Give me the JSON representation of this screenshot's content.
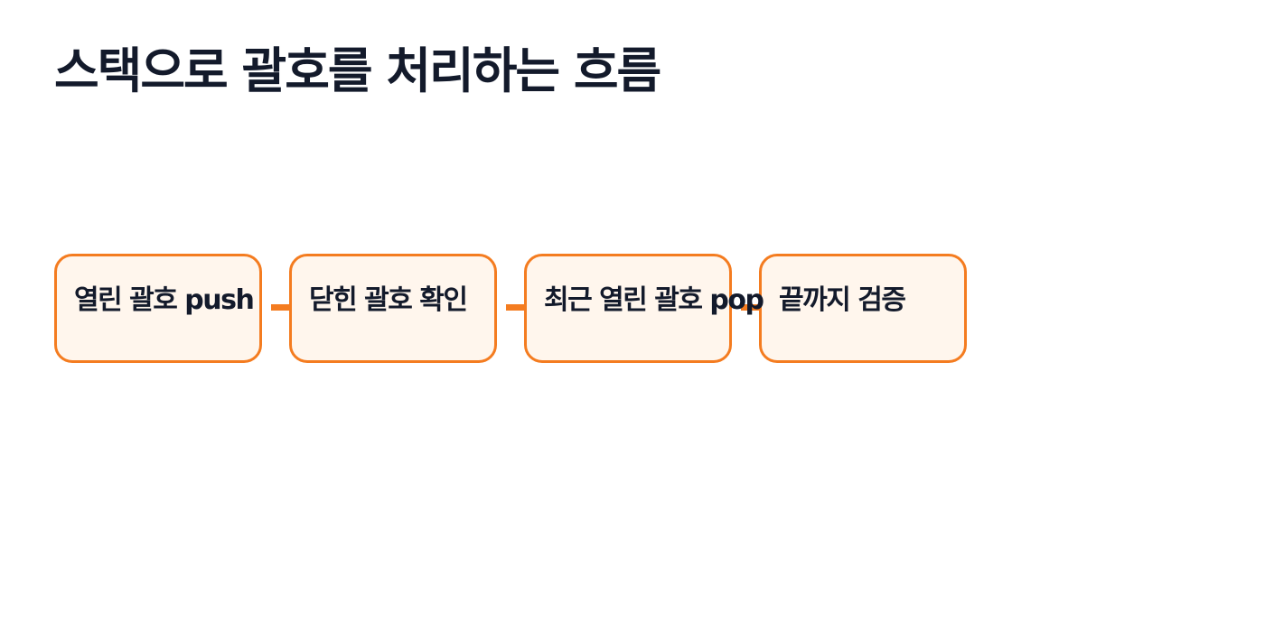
{
  "title": "스택으로 괄호를 처리하는 흐름",
  "steps": [
    {
      "label": "열린 괄호 push"
    },
    {
      "label": "닫힌 괄호 확인"
    },
    {
      "label": "최근 열린 괄호 pop"
    },
    {
      "label": "끝까지 검증"
    }
  ],
  "colors": {
    "accent": "#f47c20",
    "box_fill": "#fff6ed",
    "text": "#131a2b",
    "background": "#ffffff"
  }
}
